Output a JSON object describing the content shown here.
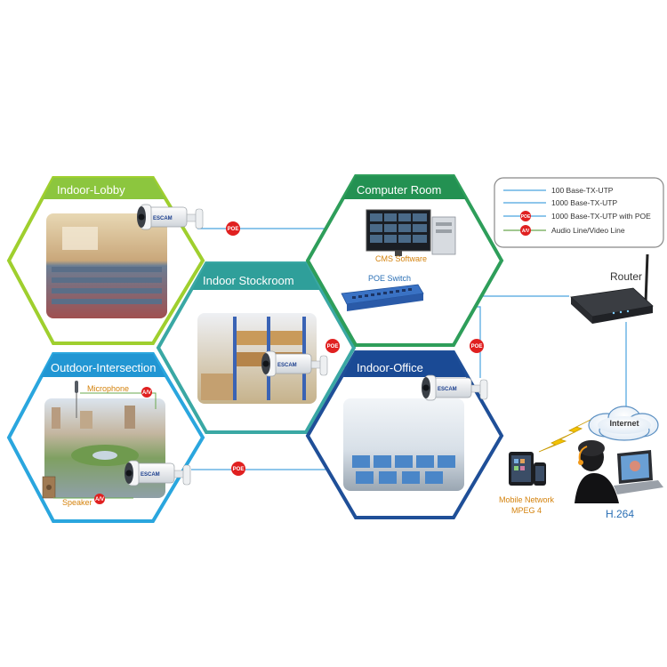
{
  "colors": {
    "lobby": "#9fcf2e",
    "lobby_header": "#8cc63e",
    "stockroom": "#3aa8a4",
    "stockroom_header": "#2f9f9a",
    "outdoor": "#2aa6de",
    "outdoor_header": "#2196d3",
    "computer": "#2e9e5a",
    "computer_header": "#239152",
    "office": "#1f4f98",
    "office_header": "#1a4a95",
    "line_blue": "#4aa3df",
    "line_green": "#6aa84f",
    "poe_red": "#e02020",
    "label_orange": "#d4820c"
  },
  "zones": {
    "lobby": "Indoor-Lobby",
    "stockroom": "Indoor Stockroom",
    "outdoor": "Outdoor-Intersection",
    "computer": "Computer Room",
    "office": "Indoor-Office"
  },
  "camera_brand": "ESCAM",
  "labels": {
    "poe": "POE",
    "av": "A/V",
    "microphone": "Microphone",
    "speaker": "Speaker",
    "cms_software": "CMS Software",
    "poe_switch": "POE Switch",
    "router": "Router",
    "internet": "Internet",
    "mobile_network": "Mobile Network",
    "mpeg4": "MPEG 4",
    "h264": "H.264"
  },
  "legend": [
    {
      "text": "100 Base-TX-UTP",
      "badge": ""
    },
    {
      "text": "1000 Base-TX-UTP",
      "badge": ""
    },
    {
      "text": "1000 Base-TX-UTP with POE",
      "badge": "POE"
    },
    {
      "text": "Audio Line/Video Line",
      "badge": "A/V"
    }
  ],
  "icons": [
    "camera-icon",
    "monitor-icon",
    "server-icon",
    "switch-icon",
    "router-icon",
    "cloud-icon",
    "tablet-icon",
    "phone-icon",
    "laptop-icon",
    "user-icon",
    "microphone-icon",
    "speaker-icon",
    "lightning-icon"
  ]
}
